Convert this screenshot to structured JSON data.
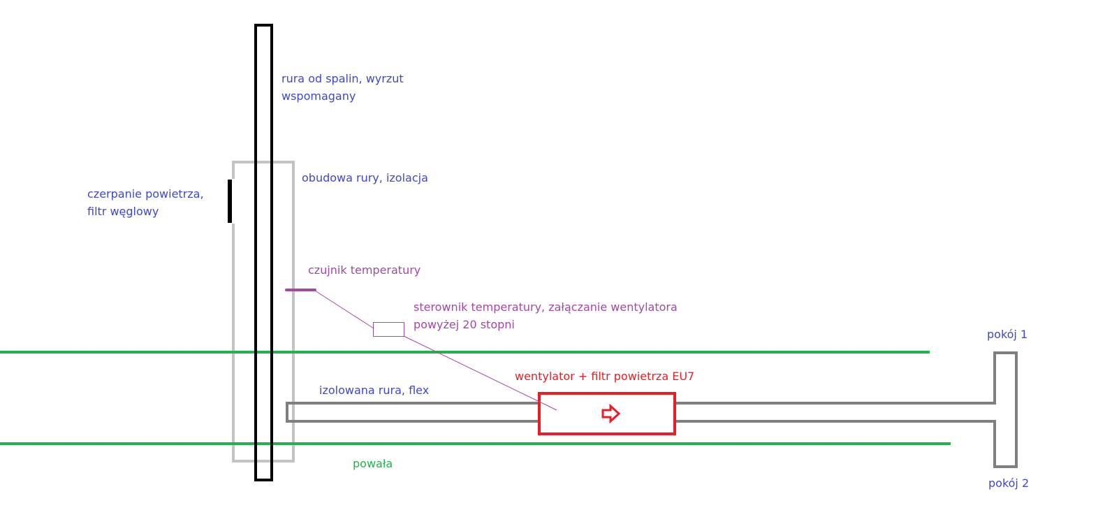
{
  "labels": {
    "exhaust_pipe": [
      "rura od spalin, wyrzut",
      "wspomagany"
    ],
    "housing": "obudowa rury, izolacja",
    "air_intake": [
      "czerpanie powietrza,",
      "filtr węglowy"
    ],
    "sensor": "czujnik temperatury",
    "controller": [
      "sterownik temperatury, załączanie wentylatora",
      "powyżej 20 stopni"
    ],
    "fan": "wentylator + filtr powietrza EU7",
    "flex_pipe": "izolowana rura, flex",
    "ceiling": "powała",
    "room1": "pokój 1",
    "room2": "pokój 2"
  },
  "colors": {
    "blue": "#3f48cc",
    "purple": "#a349a4",
    "red": "#ed1c24",
    "green": "#22b14c",
    "gray": "#7f7f7f",
    "light_gray": "#c3c3c3"
  },
  "icons": {
    "fan_direction": "arrow-right-icon"
  }
}
